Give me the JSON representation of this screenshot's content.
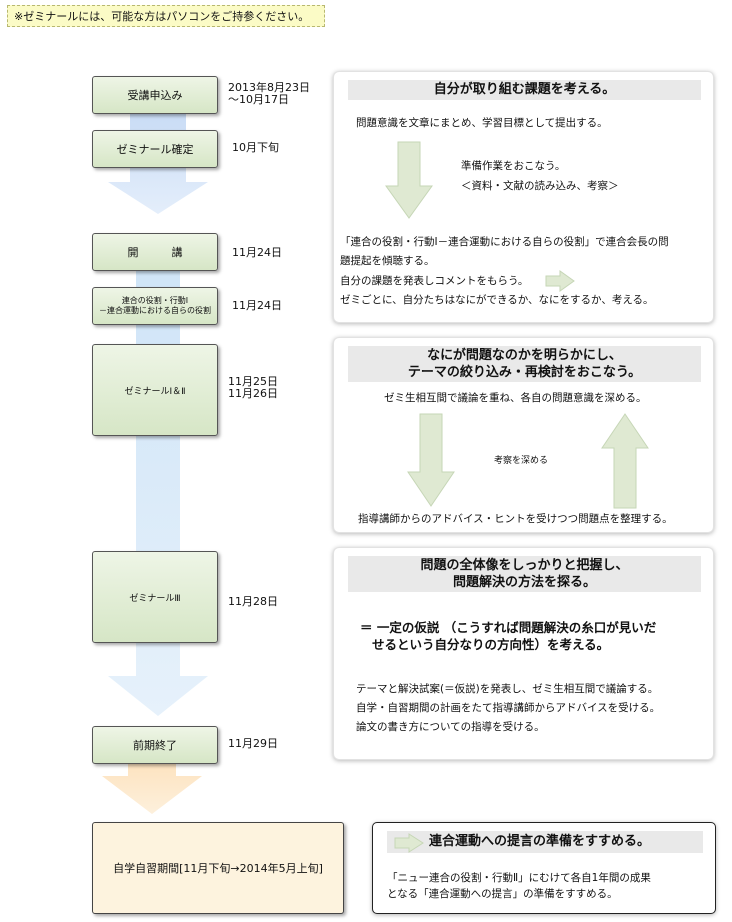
{
  "note": "※ゼミナールには、可能な方はパソコンをご持参ください。",
  "steps": [
    {
      "label": "受講申込み",
      "date": "2013年8月23日\n～10月17日"
    },
    {
      "label": "ゼミナール確定",
      "date": "10月下旬"
    },
    {
      "label": "開　　　講",
      "date": "11月24日"
    },
    {
      "label": "連合の役割・行動Ⅰ\n－連合運動における自らの役割",
      "date": "11月24日"
    },
    {
      "label": "ゼミナールⅠ＆Ⅱ",
      "date": "11月25日\n11月26日"
    },
    {
      "label": "ゼミナールⅢ",
      "date": "11月28日"
    },
    {
      "label": "前期終了",
      "date": "11月29日"
    },
    {
      "label": "自学自習期間[11月下旬→2014年5月上旬]"
    }
  ],
  "panel1": {
    "title": "自分が取り組む課題を考える。",
    "line1": "問題意識を文章にまとめ、学習目標として提出する。",
    "prep1": "準備作業をおこなう。",
    "prep2": "＜資料・文献の読み込み、考察＞",
    "body1": "「連合の役割・行動Ⅰ－連合運動における自らの役割」で連合会長の問",
    "body2": "題提起を傾聴する。",
    "body3": "自分の課題を発表しコメントをもらう。",
    "body4": "ゼミごとに、自分たちはなにができるか、なにをするか、考える。"
  },
  "panel2": {
    "title1": "なにが問題なのかを明らかにし、",
    "title2": "テーマの絞り込み・再検討をおこなう。",
    "line1": "ゼミ生相互間で議論を重ね、各自の問題意識を深める。",
    "center": "考察を深める",
    "line2": "指導講師からのアドバイス・ヒントを受けつつ問題点を整理する。"
  },
  "panel3": {
    "title1": "問題の全体像をしっかりと把握し、",
    "title2": "問題解決の方法を探る。",
    "hyp1": "＝ 一定の仮説 （こうすれば問題解決の糸口が見いだ",
    "hyp2": "せるという自分なりの方向性）を考える。",
    "b1": "テーマと解決試案(＝仮説)を発表し、ゼミ生相互間で議論する。",
    "b2": "自学・自習期間の計画をたて指導講師からアドバイスを受ける。",
    "b3": "論文の書き方についての指導を受ける。"
  },
  "panel4": {
    "title": "連合運動への提言の準備をすすめる。",
    "l1": "「ニュー連合の役割・行動Ⅱ」にむけて各自1年間の成果",
    "l2": "となる「連合運動への提言」の準備をすすめる。"
  },
  "colors": {
    "step_fill": "#dfebd3",
    "arrow_blue": "#d3e6f7",
    "arrow_green": "#dfe9d2",
    "self_fill": "#fdf3de"
  }
}
